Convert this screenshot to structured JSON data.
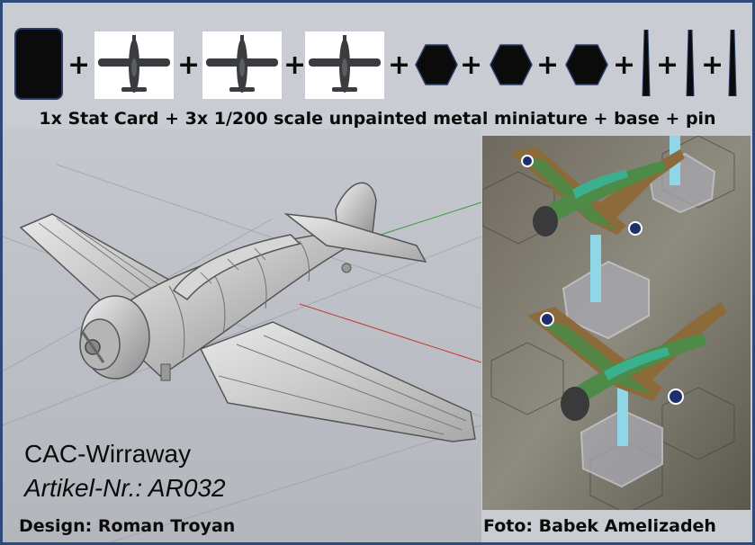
{
  "contents": {
    "card_icon": "stat-card",
    "plane_icon": "aircraft-silhouette",
    "base_icon": "hexagon-base",
    "pin_icon": "pin",
    "plus": "+",
    "caption": "1x Stat Card + 3x 1/200 scale unpainted metal miniature + base + pin"
  },
  "product": {
    "name": "CAC-Wirraway",
    "article_number": "Artikel-Nr.: AR032"
  },
  "credits": {
    "design": "Design: Roman Troyan",
    "foto": "Foto: Babek Amelizadeh"
  },
  "colors": {
    "frame_border": "#2e4a78",
    "background": "#c9ccd2",
    "text": "#0b0b0b"
  }
}
